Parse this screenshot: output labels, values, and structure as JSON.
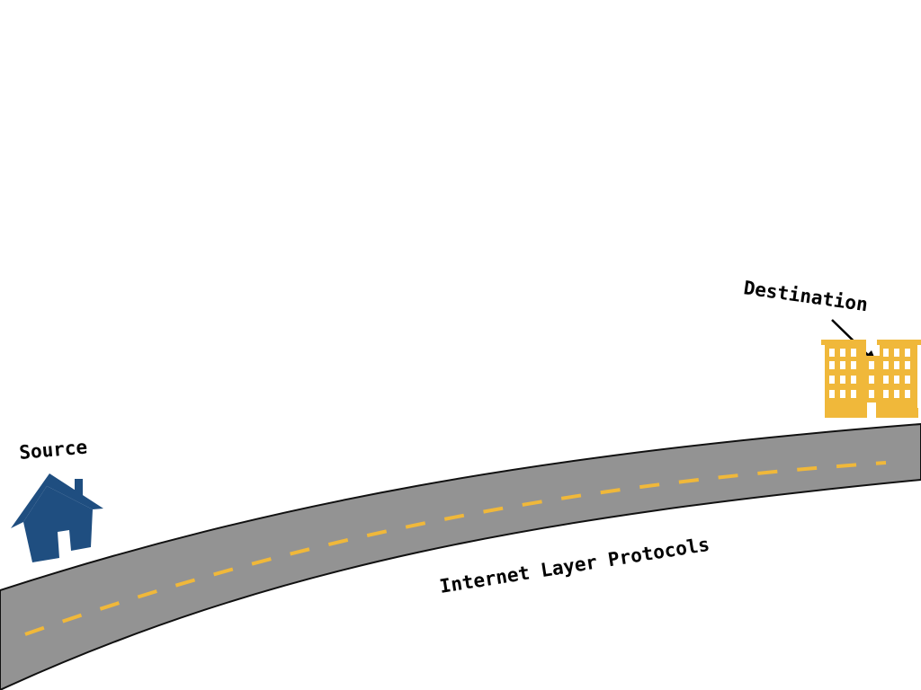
{
  "diagram": {
    "source_label": "Source",
    "destination_label": "Destination",
    "road_label": "Internet Layer Protocols"
  },
  "colors": {
    "road": "#939393",
    "road_edge": "#111111",
    "lane_dash": "#f0b83a",
    "house": "#1f4e80",
    "building": "#f0b83a",
    "text": "#000000"
  },
  "icons": {
    "source": "house-icon",
    "destination": "building-icon"
  }
}
